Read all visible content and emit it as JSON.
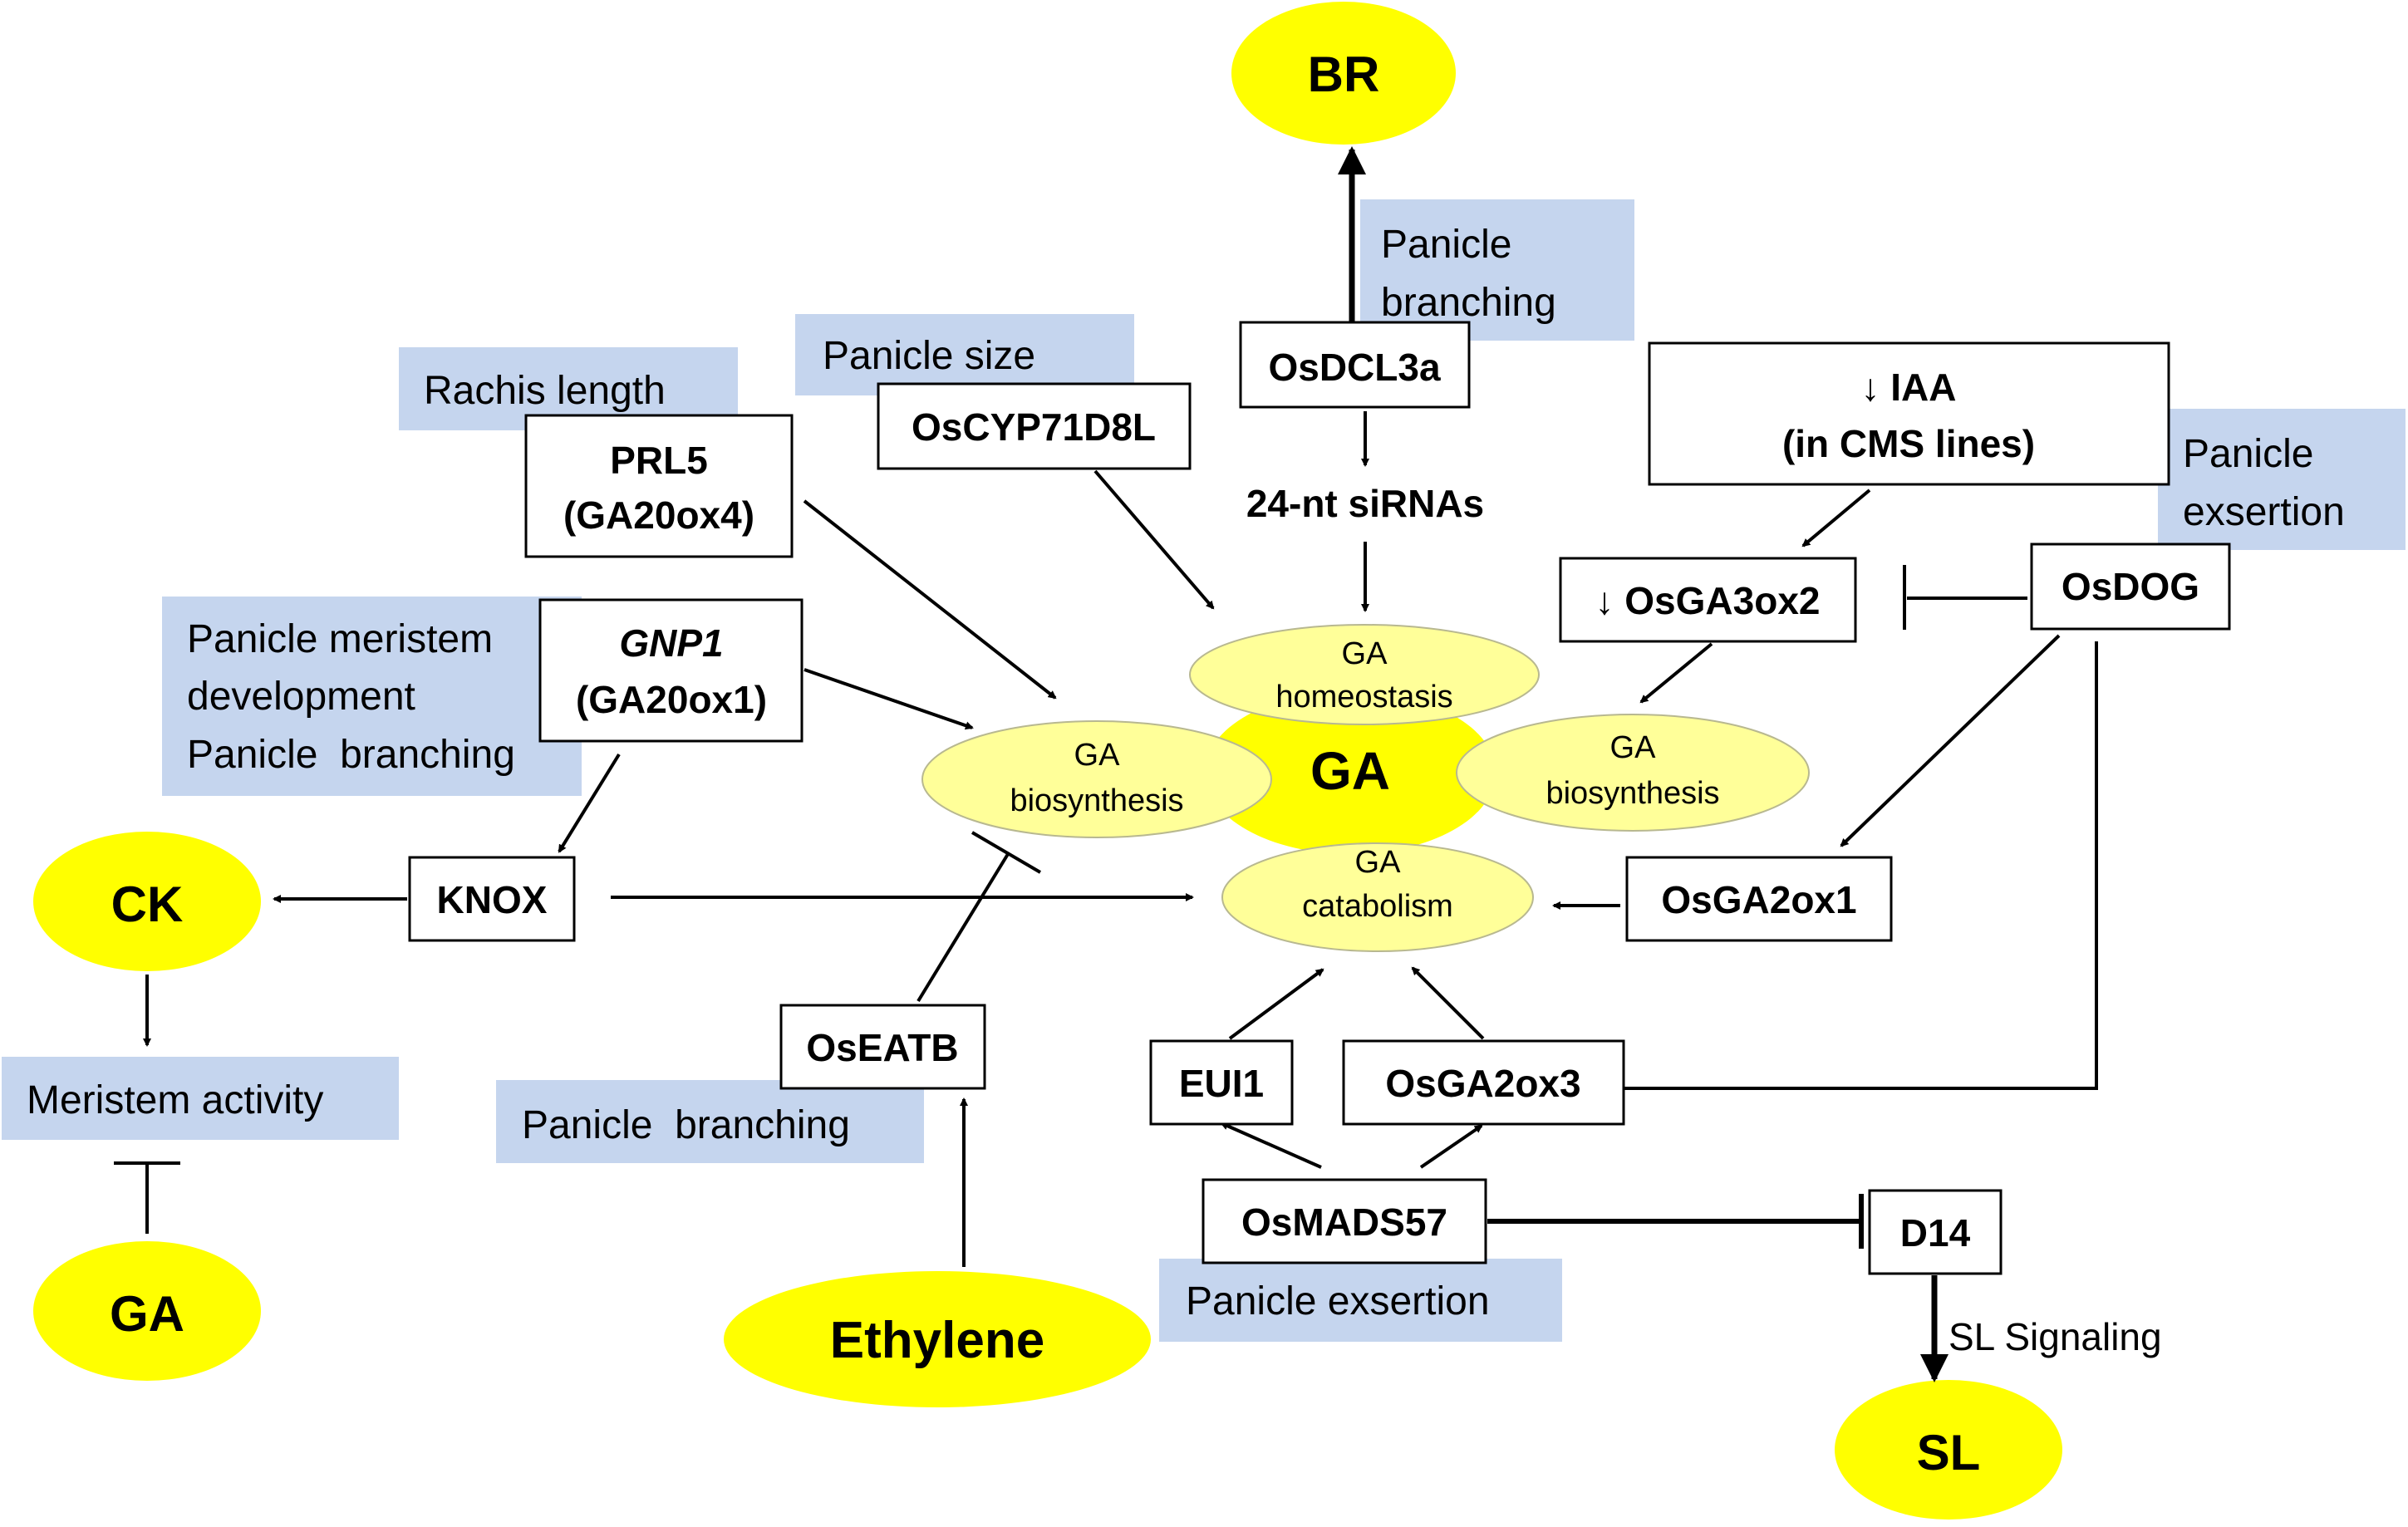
{
  "colors": {
    "hormone_fill": "#ffff00",
    "process_fill": "#ffff99",
    "label_fill": "#c5d5ee",
    "line": "#000000",
    "box_fill": "#ffffff"
  },
  "hormones": {
    "br": "BR",
    "ck": "CK",
    "ga_left": "GA",
    "ethylene": "Ethylene",
    "sl": "SL",
    "ga_center": "GA"
  },
  "processes": {
    "homeostasis_l1": "GA",
    "homeostasis_l2": "homeostasis",
    "biosynthesis_left_l1": "GA",
    "biosynthesis_left_l2": "biosynthesis",
    "biosynthesis_right_l1": "GA",
    "biosynthesis_right_l2": "biosynthesis",
    "catabolism_l1": "GA",
    "catabolism_l2": "catabolism"
  },
  "genes": {
    "osdcl3a": "OsDCL3a",
    "sirnas": "24-nt siRNAs",
    "oscyp": "OsCYP71D8L",
    "prl5_l1": "PRL5",
    "prl5_l2": "(GA20ox4)",
    "gnp1_l1": "GNP1",
    "gnp1_l2": "(GA20ox1)",
    "knox": "KNOX",
    "iaa_l1": "↓ IAA",
    "iaa_l2": "(in CMS lines)",
    "osga3ox2": "↓ OsGA3ox2",
    "osdog": "OsDOG",
    "osga2ox1": "OsGA2ox1",
    "oseatb": "OsEATB",
    "eui1": "EUI1",
    "osga2ox3": "OsGA2ox3",
    "osmads57": "OsMADS57",
    "d14": "D14"
  },
  "labels": {
    "panicle_branching_top_l1": "Panicle",
    "panicle_branching_top_l2": "branching",
    "panicle_size": "Panicle size",
    "rachis_length": "Rachis length",
    "panicle_exsertion_right_l1": "Panicle",
    "panicle_exsertion_right_l2": "exsertion",
    "meristem_dev_l1": "Panicle meristem",
    "meristem_dev_l2": "development",
    "meristem_dev_l3": "Panicle  branching",
    "meristem_activity": "Meristem activity",
    "panicle_branching_bottom": "Panicle  branching",
    "panicle_exsertion_bottom": "Panicle exsertion",
    "sl_signaling": "SL Signaling"
  }
}
